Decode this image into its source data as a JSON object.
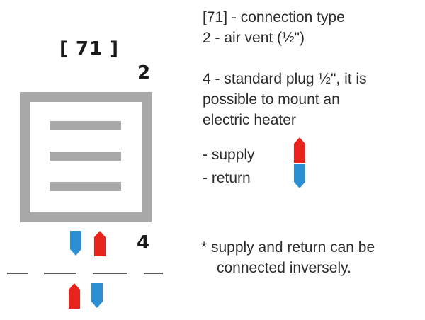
{
  "diagram": {
    "code": "[ 71 ]",
    "label_vent": "2",
    "label_plug": "4"
  },
  "legend": {
    "line1": "[71] - connection type",
    "line2": "2 - air vent (½\")",
    "para2": [
      "4 - standard plug ½\", it is",
      "possible to mount an",
      "electric heater"
    ],
    "supply": "- supply",
    "return": "- return",
    "note": [
      "* supply and return can be",
      "connected inversely."
    ]
  },
  "colors": {
    "supply": "#e8231c",
    "return": "#2b8fd6",
    "radiator": "#a8a8a8"
  }
}
